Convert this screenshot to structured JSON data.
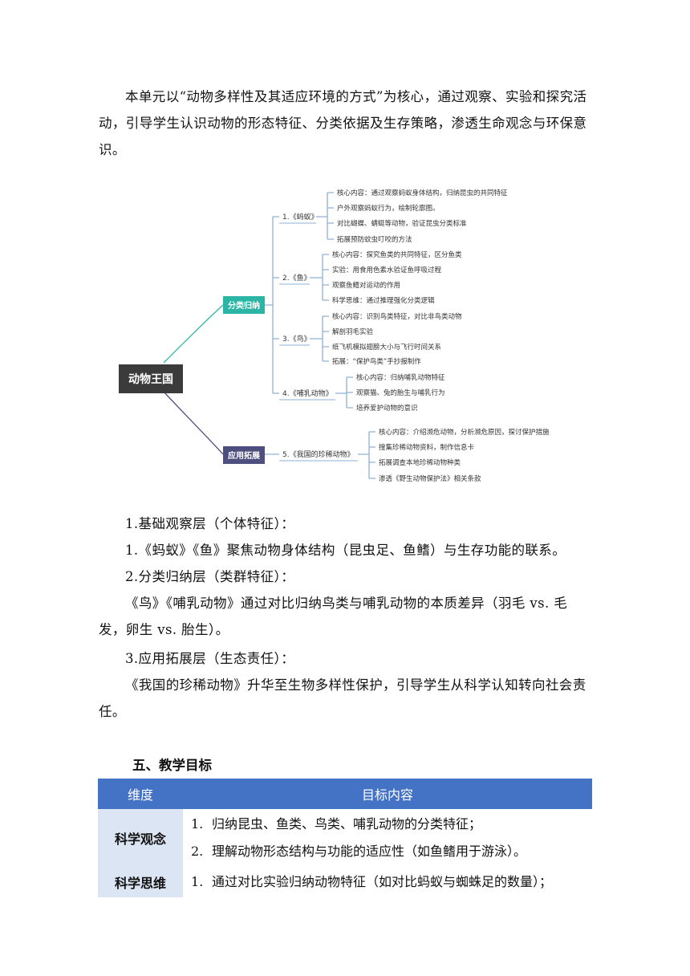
{
  "intro": "本单元以“动物多样性及其适应环境的方式”为核心，通过观察、实验和探究活动，引导学生认识动物的形态特征、分类依据及生存策略，渗透生命观念与环保意识。",
  "mindmap": {
    "root": "动物王国",
    "branch1": "分类归纳",
    "branch2": "应用拓展",
    "colors": {
      "branch1": "#2bb5a4",
      "branch2": "#4e4f7f",
      "root": "#3b3b3b",
      "line": "#6fa0d8"
    },
    "units": [
      {
        "label": "1.《蚂蚁》",
        "items": [
          "核心内容：通过观察蚂蚁身体结构，归纳昆虫的共同特征",
          "户外观察蚂蚁行为，绘制轮廓图。",
          "对比蝴蝶、蜻蜓等动物，验证昆虫分类标准",
          "拓展预防蚊虫叮咬的方法"
        ]
      },
      {
        "label": "2.《鱼》",
        "items": [
          "核心内容：探究鱼类的共同特征，区分鱼类",
          "实验：用食用色素水验证鱼呼吸过程",
          "观察鱼鳍对运动的作用",
          "科学思维：通过推理强化分类逻辑"
        ]
      },
      {
        "label": "3.《鸟》",
        "items": [
          "核心内容：识别鸟类特征，对比非鸟类动物",
          "解剖羽毛实验",
          "纸飞机模拟翅膀大小与飞行时间关系",
          "拓展：“保护鸟类”手抄报制作"
        ]
      },
      {
        "label": "4.《哺乳动物》",
        "items": [
          "核心内容：归纳哺乳动物特征",
          "观察猫、兔的胎生与哺乳行为",
          "培养爱护动物的意识"
        ]
      },
      {
        "label": "5.《我国的珍稀动物》",
        "items": [
          "核心内容：介绍濒危动物，分析濒危原因，探讨保护措施",
          "搜集珍稀动物资料，制作信息卡",
          "拓展调查本地珍稀动物种类",
          "渗透《野生动物保护法》相关条款"
        ]
      }
    ]
  },
  "layers": {
    "l1_title": "1.基础观察层（个体特征）：",
    "l1_text": "1.《蚂蚁》《鱼》聚焦动物身体结构（昆虫足、鱼鳍）与生存功能的联系。",
    "l2_title": "2.分类归纳层（类群特征）：",
    "l2_text": "《鸟》《哺乳动物》通过对比归纳鸟类与哺乳动物的本质差异（羽毛 vs. 毛发，卵生 vs. 胎生）。",
    "l3_title": "3.应用拓展层（生态责任）：",
    "l3_text": "《我国的珍稀动物》升华至生物多样性保护，引导学生从科学认知转向社会责任。"
  },
  "section_title": "五、教学目标",
  "table": {
    "header_dim": "维度",
    "header_content": "目标内容",
    "rows": [
      {
        "dim": "科学观念",
        "goals": [
          {
            "num": "1.",
            "text": "归纳昆虫、鱼类、鸟类、哺乳动物的分类特征；"
          },
          {
            "num": "2.",
            "text": "理解动物形态结构与功能的适应性（如鱼鳍用于游泳）。"
          }
        ]
      },
      {
        "dim": "科学思维",
        "goals": [
          {
            "num": "1.",
            "text": "通过对比实验归纳动物特征（如对比蚂蚁与蜘蛛足的数量）；"
          }
        ]
      }
    ]
  }
}
